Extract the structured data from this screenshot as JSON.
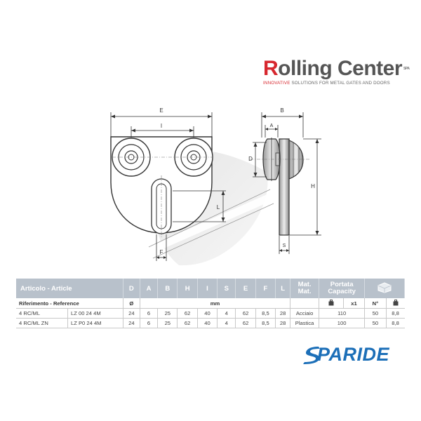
{
  "brand": {
    "name_first": "R",
    "name_rest": "olling Center",
    "spa": "SPA",
    "tagline_red": "INNOVATIVE",
    "tagline_mid": " SOLUTIONS FOR ",
    "tagline_end": "METAL GATES AND DOORS"
  },
  "drawing": {
    "labels": {
      "E": "E",
      "I": "I",
      "D": "D",
      "L": "L",
      "F": "F",
      "B": "B",
      "A": "A",
      "H": "H",
      "S": "S"
    }
  },
  "table": {
    "header": {
      "article": "Articolo - Article",
      "cols": [
        "D",
        "A",
        "B",
        "H",
        "I",
        "S",
        "E",
        "F",
        "L"
      ],
      "mat_line1": "Mat.",
      "mat_line2": "Mat.",
      "cap_line1": "Portata",
      "cap_line2": "Capacity"
    },
    "subheader": {
      "reference": "Riferimento - Reference",
      "diameter": "Ø",
      "unit": "mm",
      "x1": "x1",
      "n": "N°"
    },
    "rows": [
      {
        "article": "4 RC/ML",
        "ref": "LZ 00 24 4M",
        "D": "24",
        "A": "6",
        "B": "25",
        "H": "62",
        "I": "40",
        "S": "4",
        "E": "62",
        "F": "8,5",
        "L": "28",
        "mat": "Acciaio",
        "cap": "110",
        "n": "50",
        "w": "8,8"
      },
      {
        "article": "4 RC/ML ZN",
        "ref": "LZ P0 24 4M",
        "D": "24",
        "A": "6",
        "B": "25",
        "H": "62",
        "I": "40",
        "S": "4",
        "E": "62",
        "F": "8,5",
        "L": "28",
        "mat": "Plastica",
        "cap": "100",
        "n": "50",
        "w": "8,8"
      }
    ]
  },
  "footer_brand": {
    "name": "PARIDE",
    "color": "#1c6fb8"
  }
}
